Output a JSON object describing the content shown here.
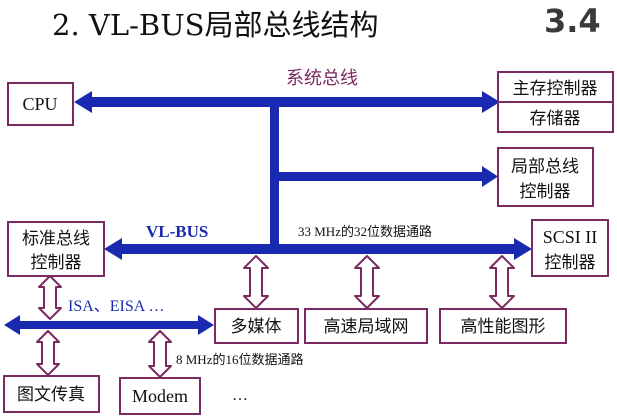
{
  "title": "2. VL-BUS局部总线结构",
  "slide_number": "3.4",
  "labels": {
    "system_bus": "系统总线",
    "vl_bus": "VL-BUS",
    "vl_bus_path": "33 MHz的32位数据通路",
    "isa_bus": "ISA、EISA …",
    "isa_path": "8 MHz的16位数据通路",
    "bottom_dots": "…"
  },
  "boxes": {
    "cpu": "CPU",
    "main_mem_1": "主存控制器",
    "main_mem_2": "存储器",
    "local_bus_ctrl_1": "局部总线",
    "local_bus_ctrl_2": "控制器",
    "std_bus_ctrl_1": "标准总线",
    "std_bus_ctrl_2": "控制器",
    "scsi_1": "SCSI II",
    "scsi_2": "控制器",
    "multimedia": "多媒体",
    "lan": "高速局域网",
    "graphics": "高性能图形",
    "fax": "图文传真",
    "modem": "Modem"
  },
  "colors": {
    "bus": "#1a2ab0",
    "border": "#7a2a60",
    "label_purple": "#7a2a60",
    "label_blue": "#1a2ab0"
  }
}
